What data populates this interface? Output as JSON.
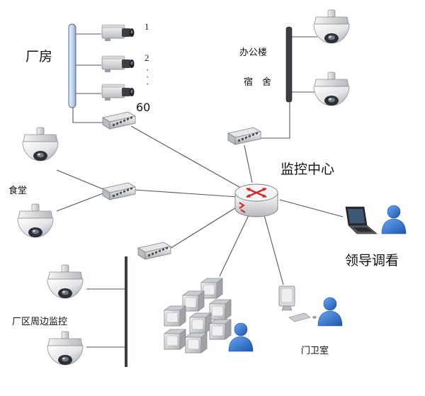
{
  "labels": {
    "factory": "厂房",
    "office": "办公楼",
    "dorm": "宿　舍",
    "center": "监控中心",
    "canteen": "食堂",
    "perimeter": "厂区周边监控",
    "leader": "领导调看",
    "gate": "门卫室"
  },
  "camera_numbers": [
    "1",
    "2",
    "·",
    "·",
    "·",
    "60"
  ],
  "icons": {
    "router": "router-icon",
    "switch": "network-switch-icon",
    "dome": "dome-camera-icon",
    "box_camera": "box-camera-icon",
    "laptop": "laptop-icon",
    "desktop": "desktop-computer-icon",
    "user": "user-icon",
    "monitor_wall": "monitor-wall-icon"
  },
  "colors": {
    "bar_blue": "#c8d8ee",
    "router_red": "#d4282a",
    "user_blue": "#2a6fd1",
    "wire": "#555555"
  }
}
